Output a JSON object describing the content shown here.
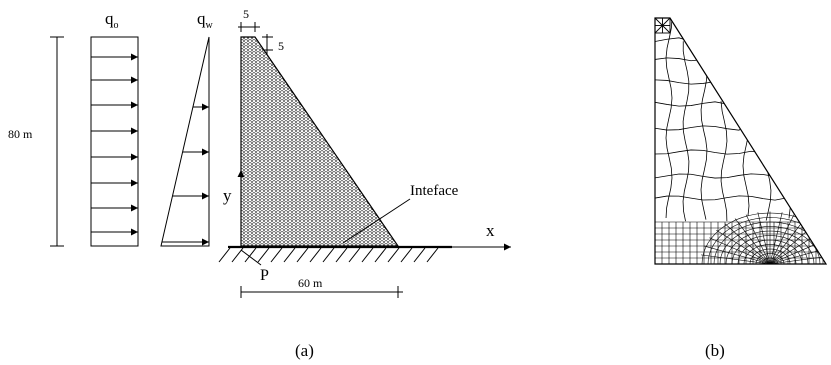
{
  "panel_a": {
    "load_qo": {
      "symbol": "q",
      "subscript": "o"
    },
    "load_qw": {
      "symbol": "q",
      "subscript": "w"
    },
    "height_label": "80 m",
    "crest_width_label": "5",
    "crest_height_label": "5",
    "interface_label": "Inteface",
    "x_axis_label": "x",
    "y_axis_label": "y",
    "point_label": "P",
    "base_label": "60 m",
    "caption": "(a)"
  },
  "panel_b": {
    "caption": "(b)"
  },
  "colors": {
    "line": "#000000",
    "background": "#ffffff"
  }
}
